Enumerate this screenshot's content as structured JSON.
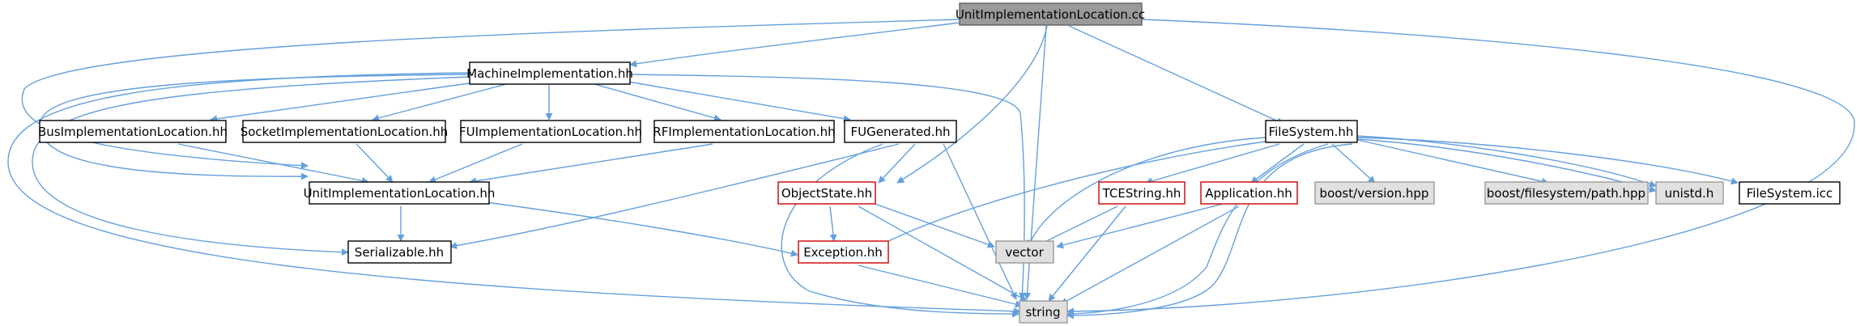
{
  "colors": {
    "edge": "#63a0dc",
    "root_fill": "#9a9a9a",
    "root_border": "#606060",
    "normal_fill": "#ffffff",
    "normal_border": "#000000",
    "red_border": "#cc0000",
    "system_fill": "#e0e0e0",
    "system_border": "#9a9a9a"
  },
  "nodes": {
    "unit_impl_cc": "UnitImplementationLocation.cc",
    "machine_impl": "MachineImplementation.hh",
    "bus_impl": "BusImplementationLocation.hh",
    "socket_impl": "SocketImplementationLocation.hh",
    "fu_impl": "FUImplementationLocation.hh",
    "rf_impl": "RFImplementationLocation.hh",
    "fu_generated": "FUGenerated.hh",
    "unit_impl_hh": "UnitImplementationLocation.hh",
    "serializable": "Serializable.hh",
    "object_state": "ObjectState.hh",
    "exception": "Exception.hh",
    "vector": "vector",
    "string": "string",
    "file_system": "FileSystem.hh",
    "tce_string": "TCEString.hh",
    "application": "Application.hh",
    "boost_version": "boost/version.hpp",
    "boost_fs_path": "boost/filesystem/path.hpp",
    "unistd": "unistd.h",
    "file_system_icc": "FileSystem.icc"
  }
}
